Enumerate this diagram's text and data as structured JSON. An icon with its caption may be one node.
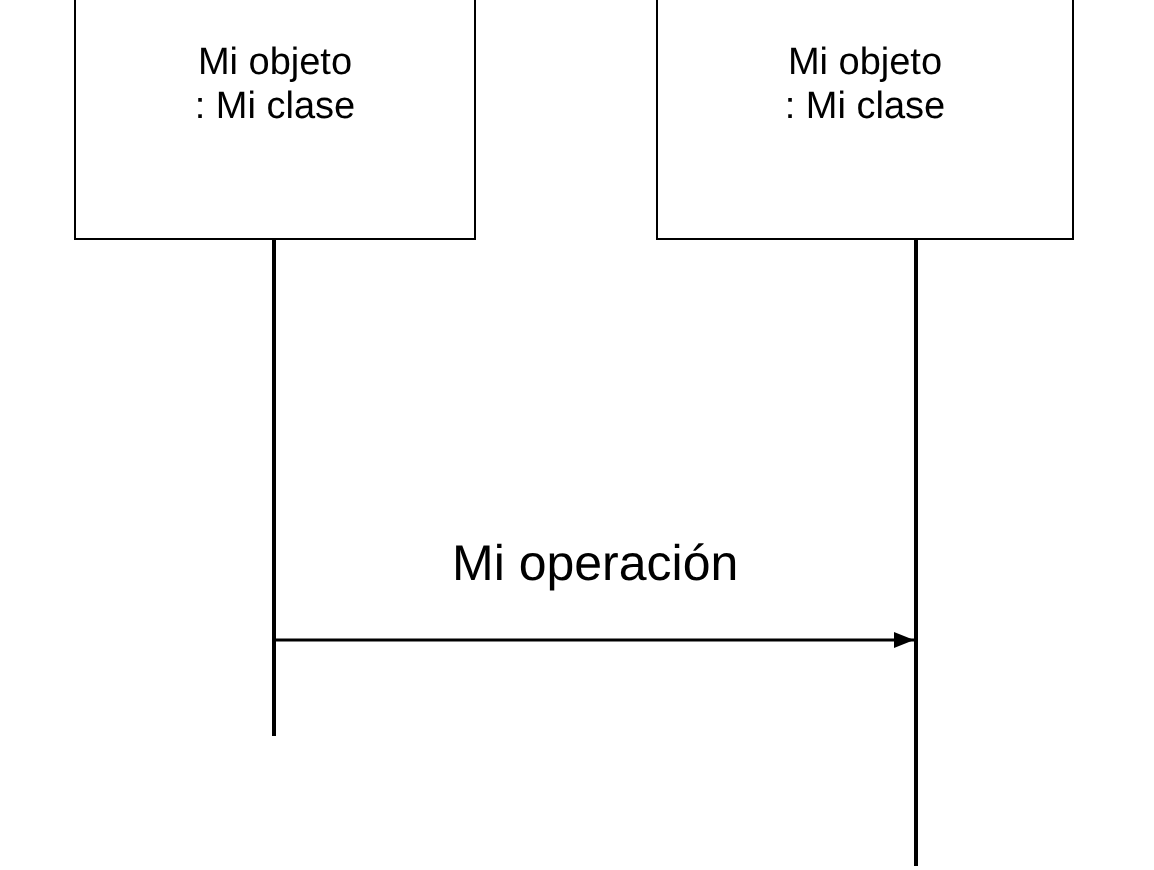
{
  "diagram": {
    "nodes": [
      {
        "text": [
          "Mi objeto",
          ": Mi clase"
        ]
      },
      {
        "text": [
          "Mi objeto",
          ": Mi clase"
        ]
      },
      {
        "text": [],
        "shape": "bar"
      },
      {
        "text": [],
        "shape": "bar"
      }
    ],
    "edges": [
      {
        "from": 2,
        "to": 3,
        "arrow": "to",
        "label": "Mi operación"
      }
    ]
  }
}
